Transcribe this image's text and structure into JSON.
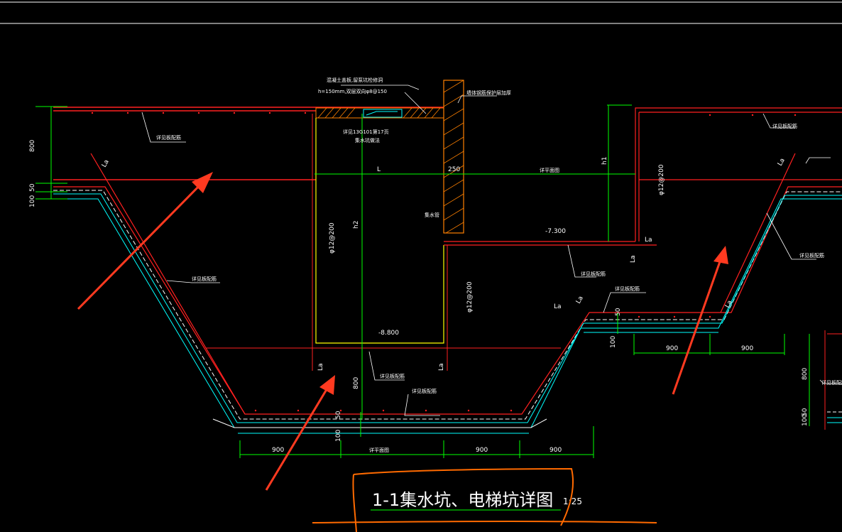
{
  "drawing": {
    "title": "1-1集水坑、电梯坑详图",
    "scale": "1:25"
  },
  "annotations": {
    "top_note_1": "混凝土盖板,留泵坑检修洞",
    "top_note_2": "h=150mm,双层双向φ8@150",
    "hole_note_1": "详见13G101第17页",
    "hole_note_2": "集水坑做法",
    "wall_note": "墙体钢筋保护层加厚",
    "waterproof_left": "详见板配筋",
    "waterproof_right": "详见板配筋",
    "slope_left": "详见板配筋",
    "slope_right": "详见板配筋",
    "bottom_left": "详见板配筋",
    "bottom_mid": "详见板配筋",
    "step_note": "详见板配筋",
    "step_note_2": "详见板配筋",
    "pipe_note": "集水管",
    "right_edge_note": "详见板配筋",
    "plan_label": "详平面图",
    "plan_label_bottom": "详平面图"
  },
  "dimensions": {
    "d800_left": "800",
    "d50_left": "50",
    "d100_left": "100",
    "L": "L",
    "d250": "250",
    "h1": "h1",
    "h2": "h2",
    "elev_7300": "-7.300",
    "elev_8800": "-8.800",
    "d900_bot_1": "900",
    "d900_bot_2": "900",
    "d900_bot_3": "900",
    "d900_right_1": "900",
    "d900_right_2": "900",
    "d800_mid": "800",
    "d50_mid": "50",
    "d100_mid": "100",
    "d100_right": "100",
    "d50_right": "50",
    "d800_far_right": "800",
    "d100_far": "100",
    "d50_far": "50",
    "bar_left": "φ12@200",
    "bar_mid": "φ12@200",
    "bar_right": "φ12@200",
    "La_1": "La",
    "La_2": "La",
    "La_3": "La",
    "La_4": "La",
    "La_5": "La",
    "La_6": "La",
    "La_7": "La",
    "La_8": "La",
    "La_9": "La"
  },
  "colors": {
    "background": "#000000",
    "concrete": "#ff2020",
    "dimension": "#00ff00",
    "waterproof": "#00ffff",
    "wall_hatch": "#ff8000",
    "pit_outline": "#ffff00",
    "text": "#ffffff",
    "markup": "#ff3a20",
    "highlight": "#ff6a00"
  }
}
